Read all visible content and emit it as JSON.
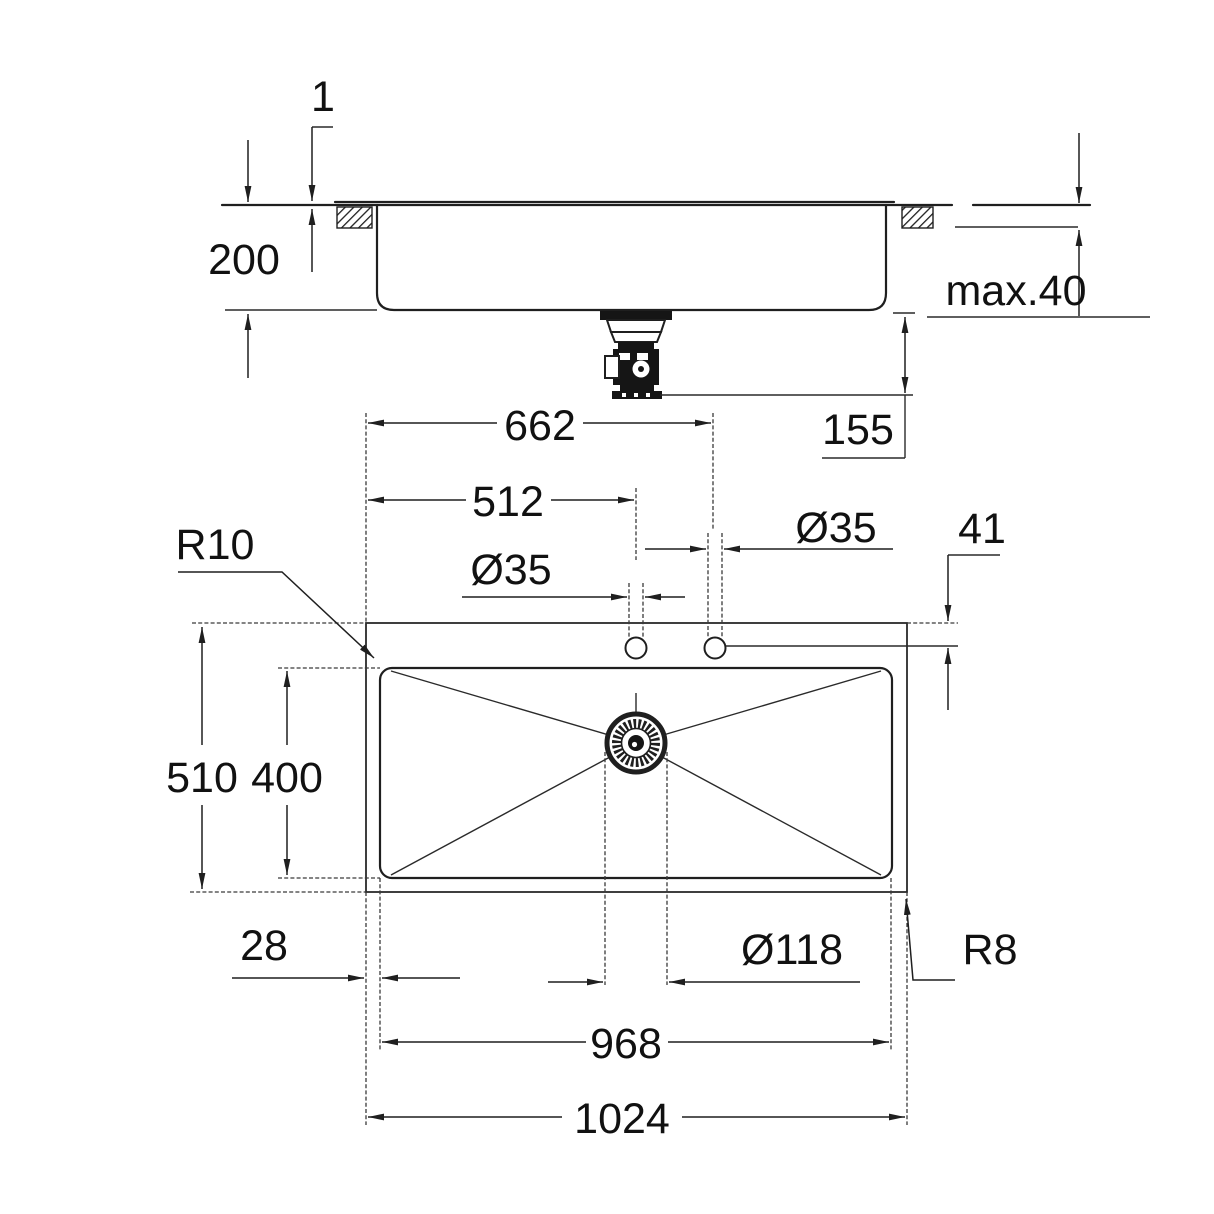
{
  "drawing": {
    "title": "sink-installation-dimension-drawing",
    "type": "technical 2-view dimension drawing",
    "background_color": "#ffffff",
    "line_color": "#1f1f1f",
    "views": [
      "section-view-top",
      "plan-view-bottom"
    ]
  },
  "section_view": {
    "dimensions": {
      "rim_height": "1",
      "bowl_depth": "200",
      "countertop_max_thickness": "max.40",
      "drain_clearance": "155"
    }
  },
  "plan_view": {
    "dimensions": {
      "left_edge_to_right_hole": "662",
      "left_edge_to_left_hole": "512",
      "left_hole_diameter": "Ø35",
      "right_hole_diameter": "Ø35",
      "edge_to_hole_centerline": "41",
      "corner_radius_bowl_top_left": "R10",
      "outer_depth": "510",
      "bowl_depth": "400",
      "rim_width": "28",
      "drain_diameter": "Ø118",
      "corner_radius_bottom_right": "R8",
      "bowl_width": "968",
      "outer_width": "1024"
    }
  }
}
